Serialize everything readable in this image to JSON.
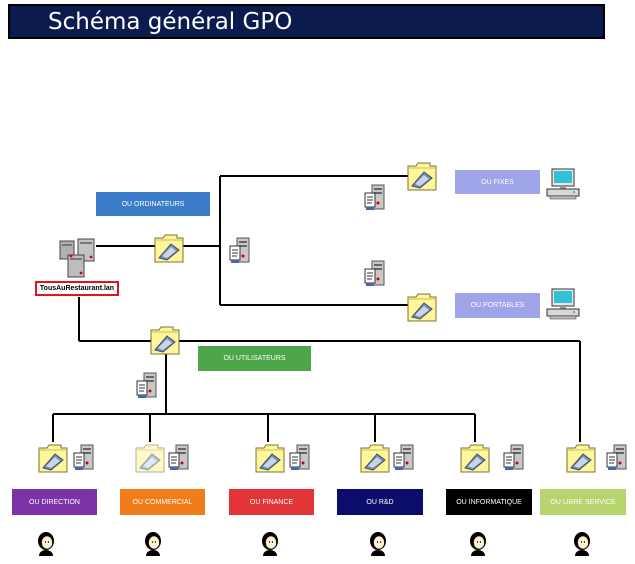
{
  "header": {
    "title": "Schéma général GPO"
  },
  "domain": {
    "name": "TousAuRestaurant.lan"
  },
  "ous": {
    "ordinateurs": {
      "label": "OU ORDINATEURS",
      "color": "#3a7cc7"
    },
    "fixes": {
      "label": "OU FIXES",
      "color": "#9fa3e8"
    },
    "portables": {
      "label": "OU PORTABLES",
      "color": "#9fa3e8"
    },
    "utilisateurs": {
      "label": "OU UTILISATEURS",
      "color": "#4ea64a"
    },
    "direction": {
      "label": "OU DIRECTION",
      "color": "#7b33a7"
    },
    "commercial": {
      "label": "OU COMMERCIAL",
      "color": "#f07c1a"
    },
    "finance": {
      "label": "OU FINANCE",
      "color": "#e3343a"
    },
    "rnd": {
      "label": "OU R&D",
      "color": "#0c0c6b"
    },
    "informatique": {
      "label": "OU INFORMATIQUE",
      "color": "#000000"
    },
    "libre_service": {
      "label": "OU LIBRE SERVICE",
      "color": "#b8d46e"
    }
  },
  "icons": {
    "folder": "gpo-folder-icon",
    "policy": "gpo-policy-server-icon",
    "server": "server-cluster-icon",
    "computer": "desktop-computer-icon",
    "user": "user-icon"
  }
}
